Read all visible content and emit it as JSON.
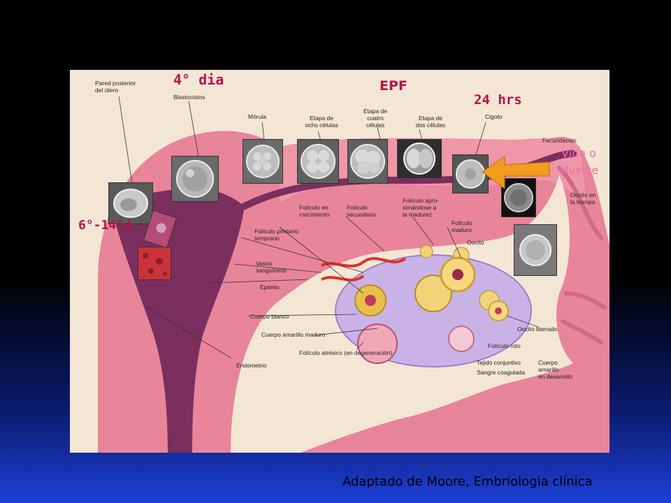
{
  "panel_labels": {
    "uterus_posterior_wall": "Pared posterior\ndel útero",
    "blastocysts": "Blastocistos",
    "morula": "Mórula",
    "eight_cell": "Etapa de\nocho células",
    "four_cell": "Etapa de\ncuatro\ncélulas",
    "two_cell": "Etapa de\ndos células",
    "zygote": "Cigoto",
    "fertilization": "Fecundación",
    "oocyte_in_tube": "Oocito en\nla trompa",
    "growing_follicle": "Folículo en\ncrecimiento",
    "secondary_follicle": "Folículo\nsecundario",
    "near_mature_follicle": "Folículo apro-\nximándose a\nla madurez",
    "mature_follicle": "Folículo\nmaduro",
    "oocyte": "Oocito",
    "early_primary_follicle": "Folículo primario\ntemprano",
    "blood_vessels": "Vasos\nsanguíneos",
    "epithelium": "Epitelio",
    "corpus_albicans": "Cuerpo blanco",
    "mature_corpus_luteum": "Cuerpo amarillo maduro",
    "atretic_follicle": "Folículo atrésico (en degeneración)",
    "endometrium": "Endometrio",
    "released_oocyte": "Oocito liberado",
    "ruptured_follicle": "Folículo roto",
    "connective_tissue": "Tejido conjuntivo",
    "coagulated_blood": "Sangre coagulada",
    "developing_corpus_luteum": "Cuerpo\namarillo\nen desarrollo"
  },
  "annotations": {
    "day4": "4° dia",
    "epf": "EPF",
    "hours24": "24 hrs",
    "days6_14": "6°-14°d",
    "life_or_death": "Vida o\nMuerte"
  },
  "colors": {
    "annotation": "#b5134b",
    "life_or_death": "#ef6fae",
    "arrow": "#f39c1f",
    "tissue": "#e8859a",
    "ovary": "#c9b3e6"
  },
  "credit": "Adaptado de Moore, Embriologia clínica"
}
